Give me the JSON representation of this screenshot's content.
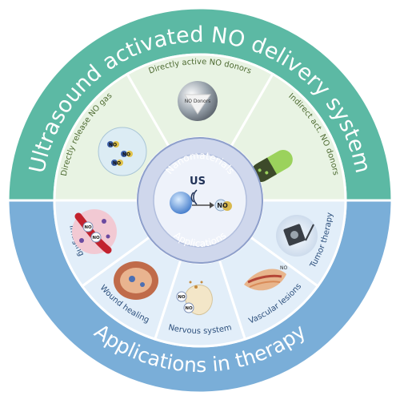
{
  "outer_ring": {
    "top_title": "Ultrasound activated NO delivery system",
    "bottom_title": "Applications in therapy"
  },
  "upper_segments": [
    {
      "label": "Directly release NO gas"
    },
    {
      "label": "Directly active NO donors"
    },
    {
      "label": "Indirect act. NO donors"
    }
  ],
  "lower_segments": [
    {
      "label": "Tumor therapy"
    },
    {
      "label": "Vascular lesions"
    },
    {
      "label": "Nervous system"
    },
    {
      "label": "Wound healing"
    },
    {
      "label": "Imaging"
    }
  ],
  "center": {
    "top_label": "Nanomaterials",
    "bottom_label": "Applications",
    "us_label": "US",
    "no_label": "NO"
  },
  "illustrations": {
    "gas_molecules": [
      "NO",
      "NO",
      "NO"
    ],
    "donor_text": "NO Donors",
    "tumor_markers": [
      "NO",
      "NO"
    ],
    "nervous_markers": [
      "NO",
      "NO"
    ],
    "wound_marker": "NO"
  },
  "colors": {
    "outer_top": "#5cb9a4",
    "outer_bottom": "#7aaed8",
    "upper_fill": "#e8f3e3",
    "lower_fill": "#e2eef9",
    "upper_text": "#4e6b32",
    "lower_text": "#2c4f7c",
    "hub": "#cfd7ec",
    "hub_border": "#8d9fcb",
    "border": "#ffffff"
  }
}
